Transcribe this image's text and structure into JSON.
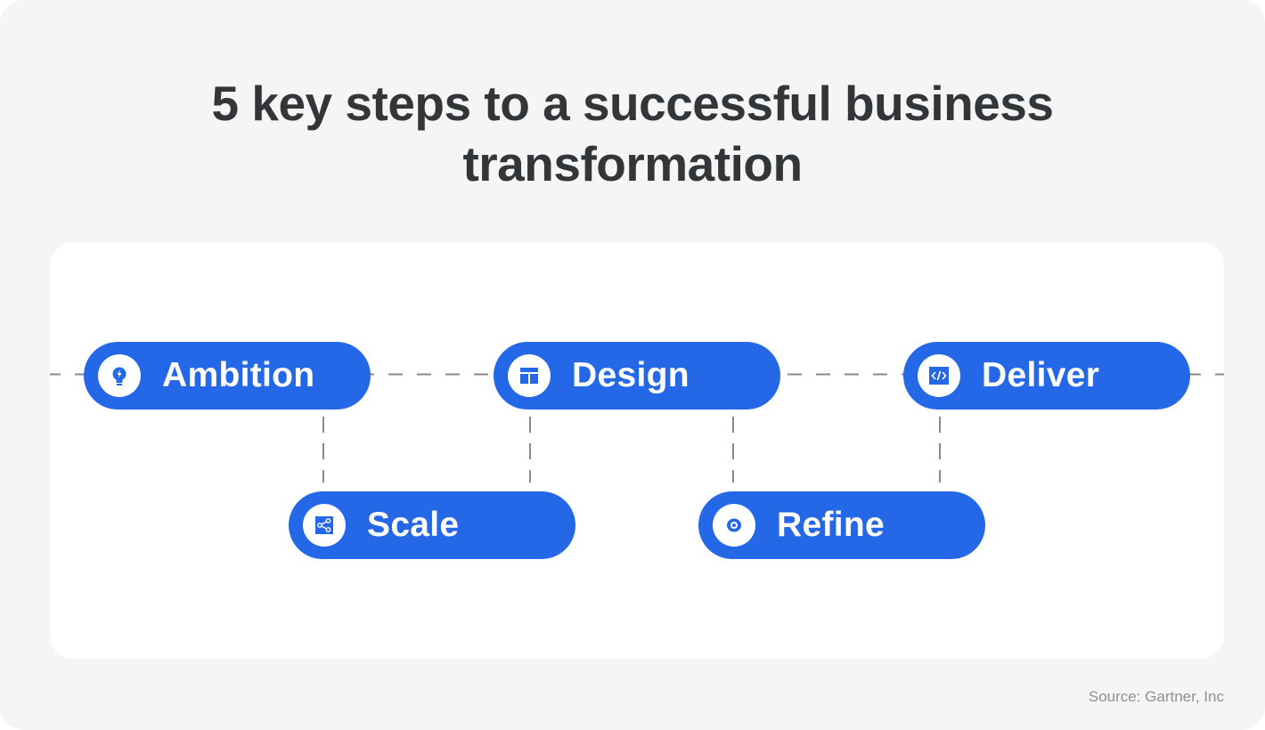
{
  "title": {
    "line1": "5 key steps to a successful business",
    "line2": "transformation"
  },
  "colors": {
    "background": "#f5f5f5",
    "panel": "#ffffff",
    "accent": "#2468e8",
    "title": "#333639",
    "connector": "#8a8a8a",
    "source": "#8e9194"
  },
  "steps": [
    {
      "label": "Ambition",
      "icon": "lightbulb-bolt-icon",
      "row": "top",
      "order": 1
    },
    {
      "label": "Scale",
      "icon": "share-nodes-icon",
      "row": "bottom",
      "order": 2
    },
    {
      "label": "Design",
      "icon": "layout-panel-icon",
      "row": "top",
      "order": 3
    },
    {
      "label": "Refine",
      "icon": "eye-icon",
      "row": "bottom",
      "order": 4
    },
    {
      "label": "Deliver",
      "icon": "code-brackets-icon",
      "row": "top",
      "order": 5
    }
  ],
  "source": "Source: Gartner, Inc"
}
